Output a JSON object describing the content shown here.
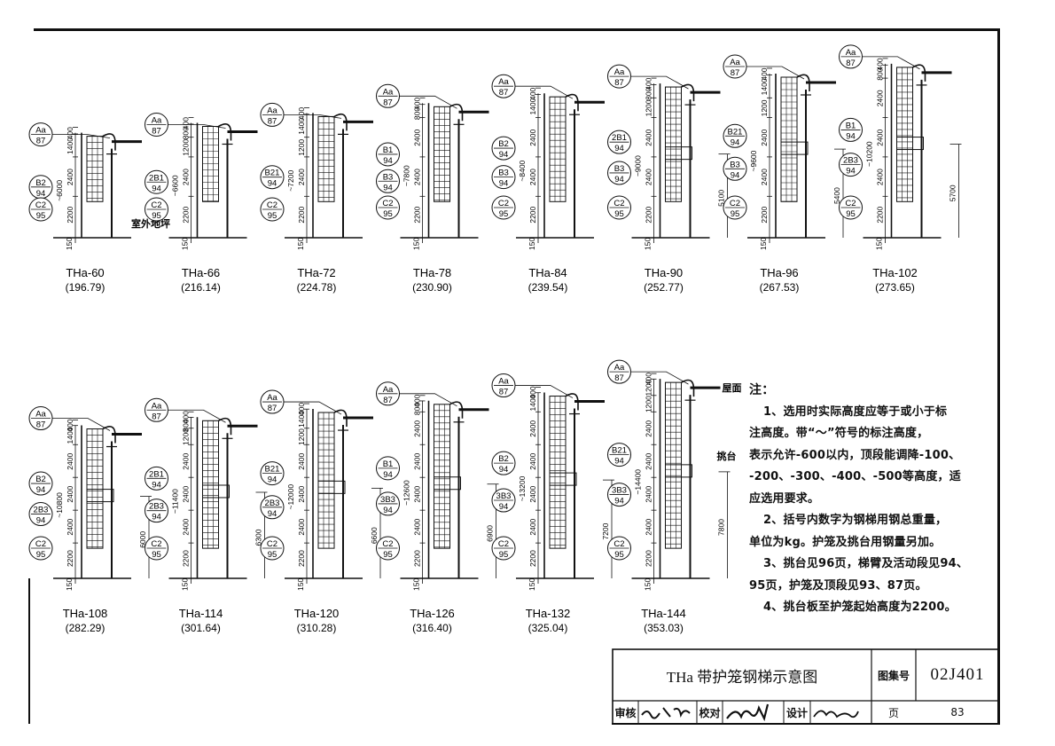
{
  "ladders_row1": [
    {
      "name": "THa-60",
      "weight": "(196.79)",
      "total": "~6000",
      "segments": [
        "2200",
        "2400",
        "1400",
        "400"
      ],
      "base": "150",
      "badges": [
        {
          "top": "Aa",
          "bot": "87"
        },
        {
          "top": "B2",
          "bot": "94"
        },
        {
          "top": "C2",
          "bot": "95"
        }
      ],
      "platform": "",
      "extra_label": "室外地坪"
    },
    {
      "name": "THa-66",
      "weight": "(216.14)",
      "total": "~6600",
      "segments": [
        "2200",
        "2400",
        "1200",
        "800",
        "400"
      ],
      "base": "150",
      "badges": [
        {
          "top": "Aa",
          "bot": "87"
        },
        {
          "top": "2B1",
          "bot": "94"
        },
        {
          "top": "C2",
          "bot": "95"
        }
      ],
      "platform": ""
    },
    {
      "name": "THa-72",
      "weight": "(224.78)",
      "total": "~7200",
      "segments": [
        "2200",
        "2400",
        "1200",
        "1400",
        "400"
      ],
      "base": "150",
      "badges": [
        {
          "top": "Aa",
          "bot": "87"
        },
        {
          "top": "B21",
          "bot": "94"
        },
        {
          "top": "C2",
          "bot": "95"
        }
      ],
      "platform": ""
    },
    {
      "name": "THa-78",
      "weight": "(230.90)",
      "total": "~7800",
      "segments": [
        "2200",
        "2400",
        "2400",
        "800",
        "400"
      ],
      "base": "150",
      "badges": [
        {
          "top": "Aa",
          "bot": "87"
        },
        {
          "top": "B1",
          "bot": "94"
        },
        {
          "top": "B3",
          "bot": "94"
        },
        {
          "top": "C2",
          "bot": "95"
        }
      ],
      "platform": ""
    },
    {
      "name": "THa-84",
      "weight": "(239.54)",
      "total": "~8400",
      "segments": [
        "2200",
        "2400",
        "2400",
        "1400",
        "400"
      ],
      "base": "150",
      "badges": [
        {
          "top": "Aa",
          "bot": "87"
        },
        {
          "top": "B2",
          "bot": "94"
        },
        {
          "top": "B3",
          "bot": "94"
        },
        {
          "top": "C2",
          "bot": "95"
        }
      ],
      "platform": ""
    },
    {
      "name": "THa-90",
      "weight": "(252.77)",
      "total": "~9000",
      "segments": [
        "2200",
        "2400",
        "2400",
        "1200",
        "800",
        "400"
      ],
      "base": "150",
      "badges": [
        {
          "top": "Aa",
          "bot": "87"
        },
        {
          "top": "2B1",
          "bot": "94"
        },
        {
          "top": "B3",
          "bot": "94"
        },
        {
          "top": "C2",
          "bot": "95"
        }
      ],
      "platform": "5100"
    },
    {
      "name": "THa-96",
      "weight": "(267.53)",
      "total": "~9600",
      "segments": [
        "2200",
        "2400",
        "2400",
        "1200",
        "1400",
        "400"
      ],
      "base": "150",
      "badges": [
        {
          "top": "Aa",
          "bot": "87"
        },
        {
          "top": "B21",
          "bot": "94"
        },
        {
          "top": "B3",
          "bot": "94"
        },
        {
          "top": "C2",
          "bot": "95"
        }
      ],
      "platform": "5400"
    },
    {
      "name": "THa-102",
      "weight": "(273.65)",
      "total": "~10200",
      "segments": [
        "2200",
        "2400",
        "2400",
        "2400",
        "800",
        "400"
      ],
      "base": "150",
      "badges": [
        {
          "top": "Aa",
          "bot": "87"
        },
        {
          "top": "B1",
          "bot": "94"
        },
        {
          "top": "2B3",
          "bot": "94"
        },
        {
          "top": "C2",
          "bot": "95"
        }
      ],
      "platform": "5700"
    }
  ],
  "ladders_row2": [
    {
      "name": "THa-108",
      "weight": "(282.29)",
      "total": "~10800",
      "segments": [
        "2200",
        "2400",
        "2400",
        "2400",
        "1400",
        "400"
      ],
      "base": "150",
      "badges": [
        {
          "top": "Aa",
          "bot": "87"
        },
        {
          "top": "B2",
          "bot": "94"
        },
        {
          "top": "2B3",
          "bot": "94"
        },
        {
          "top": "C2",
          "bot": "95"
        }
      ],
      "platform": "6000"
    },
    {
      "name": "THa-114",
      "weight": "(301.64)",
      "total": "~11400",
      "segments": [
        "2200",
        "2400",
        "2400",
        "2400",
        "1200",
        "800",
        "400"
      ],
      "base": "150",
      "badges": [
        {
          "top": "Aa",
          "bot": "87"
        },
        {
          "top": "2B1",
          "bot": "94"
        },
        {
          "top": "2B3",
          "bot": "94"
        },
        {
          "top": "C2",
          "bot": "95"
        }
      ],
      "platform": "6300"
    },
    {
      "name": "THa-120",
      "weight": "(310.28)",
      "total": "~12000",
      "segments": [
        "2200",
        "2400",
        "2400",
        "2400",
        "1200",
        "1400",
        "400"
      ],
      "base": "150",
      "badges": [
        {
          "top": "Aa",
          "bot": "87"
        },
        {
          "top": "B21",
          "bot": "94"
        },
        {
          "top": "2B3",
          "bot": "94"
        },
        {
          "top": "C2",
          "bot": "95"
        }
      ],
      "platform": "6600"
    },
    {
      "name": "THa-126",
      "weight": "(316.40)",
      "total": "~12600",
      "segments": [
        "2200",
        "2400",
        "2400",
        "2400",
        "2400",
        "800",
        "400"
      ],
      "base": "150",
      "badges": [
        {
          "top": "Aa",
          "bot": "87"
        },
        {
          "top": "B1",
          "bot": "94"
        },
        {
          "top": "3B3",
          "bot": "94"
        },
        {
          "top": "C2",
          "bot": "95"
        }
      ],
      "platform": "6900"
    },
    {
      "name": "THa-132",
      "weight": "(325.04)",
      "total": "~13200",
      "segments": [
        "2200",
        "2400",
        "2400",
        "2400",
        "2400",
        "1400",
        "400"
      ],
      "base": "150",
      "badges": [
        {
          "top": "Aa",
          "bot": "87"
        },
        {
          "top": "B2",
          "bot": "94"
        },
        {
          "top": "3B3",
          "bot": "94"
        },
        {
          "top": "C2",
          "bot": "95"
        }
      ],
      "platform": "7200"
    },
    {
      "name": "THa-144",
      "weight": "(353.03)",
      "total": "~14400",
      "segments": [
        "2200",
        "2400",
        "2400",
        "2400",
        "2400",
        "1200",
        "1200",
        "400"
      ],
      "base": "150",
      "badges": [
        {
          "top": "Aa",
          "bot": "87"
        },
        {
          "top": "B21",
          "bot": "94"
        },
        {
          "top": "3B3",
          "bot": "94"
        },
        {
          "top": "C2",
          "bot": "95"
        }
      ],
      "platform": "7800",
      "roof_label": "屋面",
      "platform_label": "挑台"
    }
  ],
  "notes": {
    "title": "注：",
    "lines": [
      "1、选用时实际高度应等于或小于标",
      "注高度。带“～”符号的标注高度，",
      "表示允许-600以内，顶段能调降-100、",
      "-200、-300、-400、-500等高度，适",
      "应选用要求。",
      "2、括号内数字为钢梯用钢总重量，",
      "单位为kg。护笼及挑台用钢量另加。",
      "3、挑台见96页，梯臂及活动段见94、",
      "95页，护笼及顶段见93、87页。",
      "4、挑台板至护笼起始高度为2200。"
    ]
  },
  "title_block": {
    "title": "THa 带护笼钢梯示意图",
    "atlas_label": "图集号",
    "atlas_no": "02J401",
    "review_label": "审核",
    "check_label": "校对",
    "design_label": "设计",
    "page_label": "页",
    "page_no": "83"
  }
}
